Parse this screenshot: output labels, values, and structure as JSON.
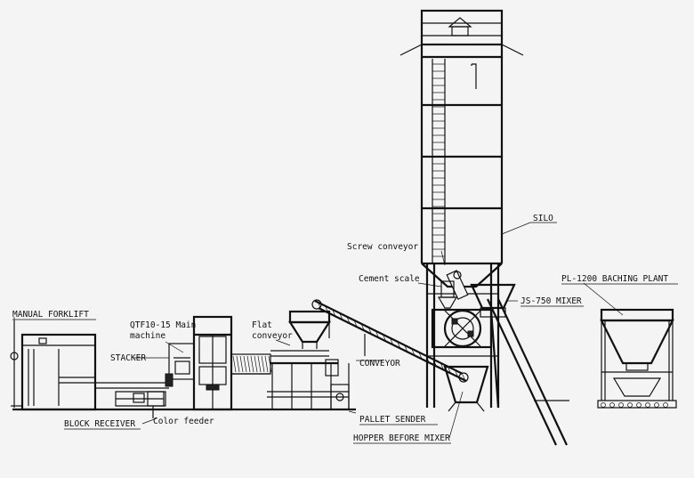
{
  "labels": {
    "silo": "SILO",
    "screw_conveyor": "Screw conveyor",
    "cement_scale": "Cement scale",
    "mixer": "JS-750 MIXER",
    "batching_plant": "PL-1200 BACHING PLANT",
    "manual_forklift": "MANUAL FORKLIFT",
    "main_machine_line1": "QTF10-15 Main",
    "main_machine_line2": "machine",
    "flat_conveyor_line1": "Flat",
    "flat_conveyor_line2": "conveyor",
    "stacker": "STACKER",
    "conveyor": "CONVEYOR",
    "block_receiver": "BLOCK RECEIVER",
    "color_feeder": "Color feeder",
    "pallet_sender": "PALLET SENDER",
    "hopper_before_mixer": "HOPPER BEFORE MIXER"
  }
}
